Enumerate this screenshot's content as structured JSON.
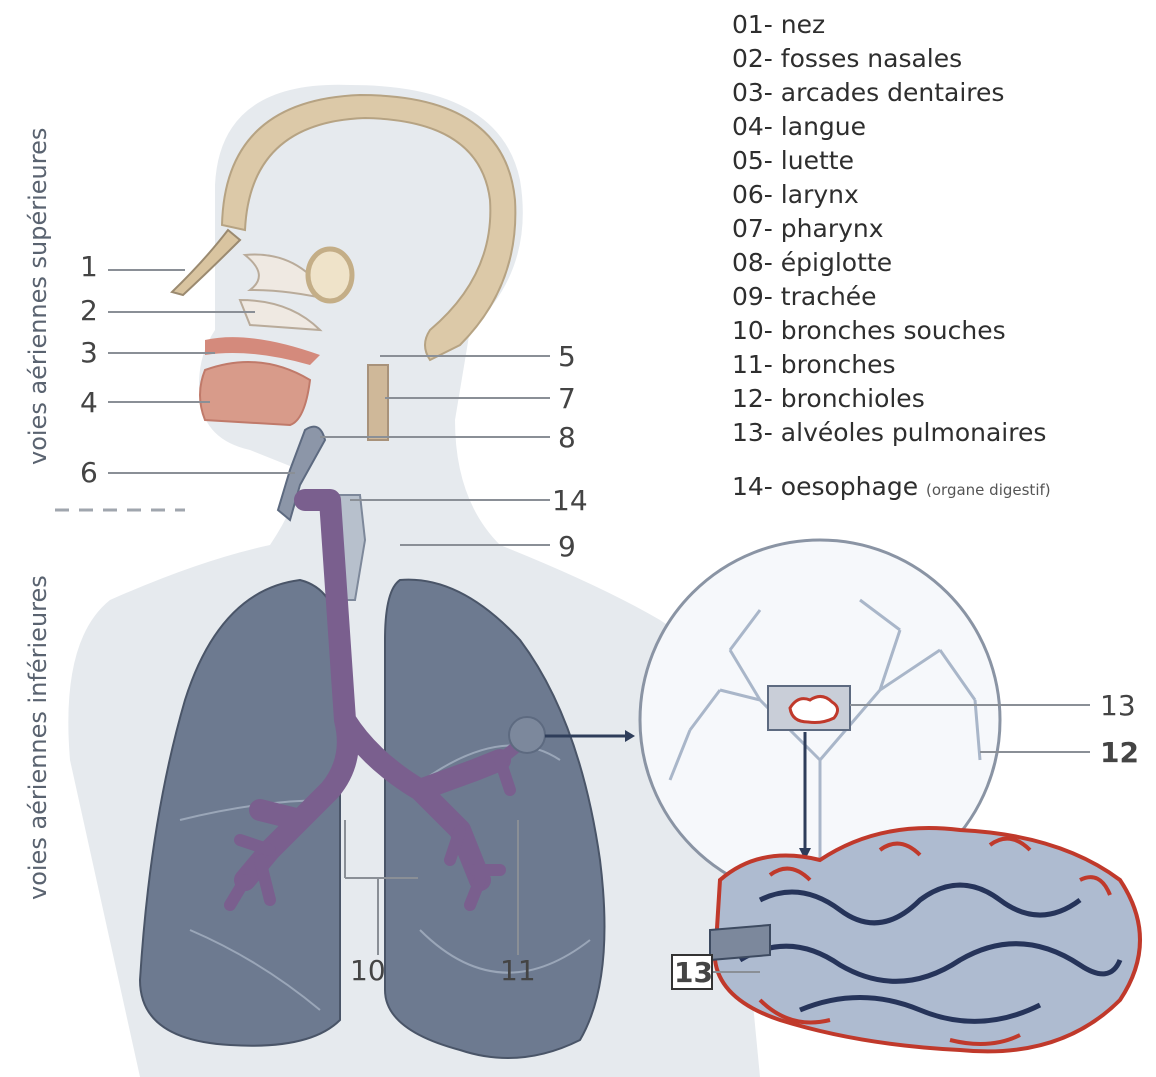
{
  "side_labels": {
    "upper": "voies aériennes supérieures",
    "lower": "voies aériennes inférieures"
  },
  "callouts": [
    "1",
    "2",
    "3",
    "4",
    "5",
    "6",
    "7",
    "8",
    "9",
    "10",
    "11",
    "12",
    "13",
    "14"
  ],
  "legend": [
    {
      "num": "01-",
      "label": "nez"
    },
    {
      "num": "02-",
      "label": "fosses nasales"
    },
    {
      "num": "03-",
      "label": "arcades dentaires"
    },
    {
      "num": "04-",
      "label": "langue"
    },
    {
      "num": "05-",
      "label": "luette"
    },
    {
      "num": "06-",
      "label": "larynx"
    },
    {
      "num": "07-",
      "label": "pharynx"
    },
    {
      "num": "08-",
      "label": "épiglotte"
    },
    {
      "num": "09-",
      "label": "trachée"
    },
    {
      "num": "10-",
      "label": "bronches souches"
    },
    {
      "num": "11-",
      "label": "bronches"
    },
    {
      "num": "12-",
      "label": "bronchioles"
    },
    {
      "num": "13-",
      "label": "alvéoles pulmonaires"
    },
    {
      "num": "14-",
      "label": "oesophage",
      "note": "(organe digestif)"
    }
  ],
  "colors": {
    "body": "#e6eaee",
    "lung": "#5d6a80",
    "bronchi": "#7a5f8e",
    "tongue": "#d48a7c",
    "skull": "#dcc9a8",
    "alveoli_red": "#c0392b",
    "alveoli_blue": "#26345a"
  }
}
